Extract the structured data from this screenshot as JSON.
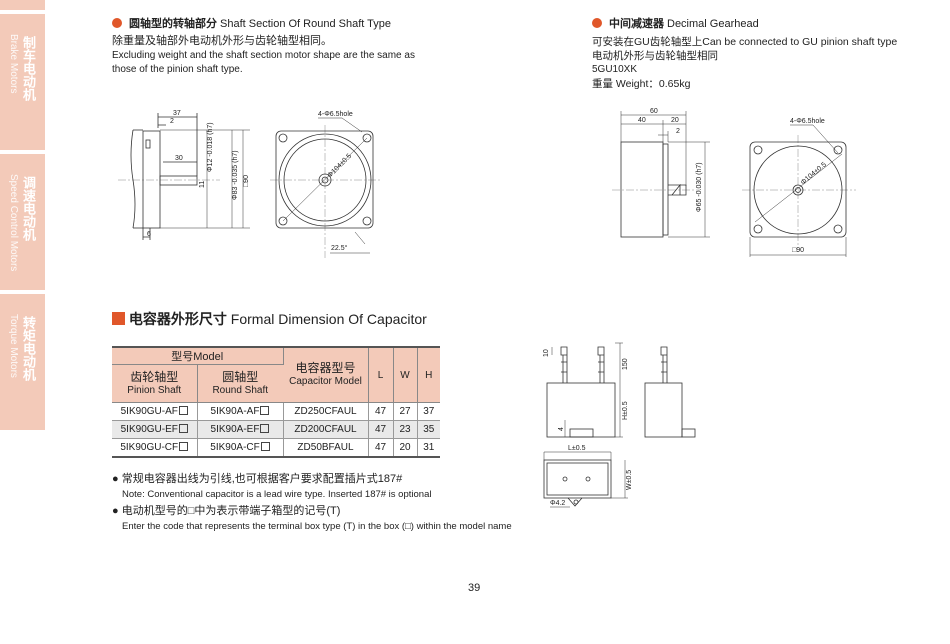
{
  "sidebar": {
    "tabs": [
      {
        "zh": "制车电动机",
        "en": "Brake Motors"
      },
      {
        "zh": "调速电动机",
        "en": "Speed Control Motors"
      },
      {
        "zh": "转矩电动机",
        "en": "Torque Motors"
      }
    ]
  },
  "round_shaft": {
    "title_zh": "圆轴型的转轴部分",
    "title_en": "Shaft Section Of Round Shaft Type",
    "desc_zh": "除重量及轴部外电动机外形与齿轮轴型相同。",
    "desc_en": "Excluding weight and the shaft section motor shape are the same as those of the pinion shaft type.",
    "dims": {
      "d37": "37",
      "d2": "2",
      "d30": "30",
      "d6": "6",
      "shaft": "Φ12 -0.018 (h7)",
      "pilot": "Φ83 -0.035 (h7)",
      "sq": "□90",
      "d11": "11",
      "hole": "4-Φ6.5hole",
      "pcd": "Φ104±0.5",
      "angle": "22.5°"
    }
  },
  "gearhead": {
    "title_zh": "中间减速器",
    "title_en": "Decimal Gearhead",
    "desc1": "可安装在GU齿轮轴型上Can be connected to GU pinion shaft type",
    "desc2": "电动机外形与齿轮轴型相同",
    "model": "5GU10XK",
    "weight": "重量 Weight：0.65kg",
    "dims": {
      "d60": "60",
      "d40": "40",
      "d20": "20",
      "d2": "2",
      "pilot": "Φ65 -0.030 (h7)",
      "hole": "4-Φ6.5hole",
      "pcd": "Φ104±0.5",
      "sq": "□90"
    }
  },
  "capacitor": {
    "title_zh": "电容器外形尺寸",
    "title_en": "Formal Dimension Of Capacitor",
    "table": {
      "model_header": "型号Model",
      "pinion_zh": "齿轮轴型",
      "pinion_en": "Pinion Shaft",
      "round_zh": "圆轴型",
      "round_en": "Round Shaft",
      "cap_zh": "电容器型号",
      "cap_en": "Capacitor Model",
      "L": "L",
      "W": "W",
      "H": "H",
      "rows": [
        {
          "pinion": "5IK90GU-AF",
          "round": "5IK90A-AF",
          "cap": "ZD250CFAUL",
          "L": "47",
          "W": "27",
          "H": "37"
        },
        {
          "pinion": "5IK90GU-EF",
          "round": "5IK90A-EF",
          "cap": "ZD200CFAUL",
          "L": "47",
          "W": "23",
          "H": "35"
        },
        {
          "pinion": "5IK90GU-CF",
          "round": "5IK90A-CF",
          "cap": "ZD50BFAUL",
          "L": "47",
          "W": "20",
          "H": "31"
        }
      ]
    },
    "dims": {
      "d10": "10",
      "d150": "150",
      "H": "H±0.5",
      "d4": "4",
      "L": "L±0.5",
      "W": "W±0.5",
      "hole": "Φ4.2"
    }
  },
  "notes": [
    {
      "zh": "常规电容器出线为引线,也可根据客户要求配置插片式187#",
      "en": "Note: Conventional capacitor is a lead wire type. Inserted 187# is optional"
    },
    {
      "zh": "电动机型号的□中为表示带端子箱型的记号(T)",
      "en": "Enter the code that represents the terminal box type (T) in the box (□) within the model name"
    }
  ],
  "page_number": "39"
}
